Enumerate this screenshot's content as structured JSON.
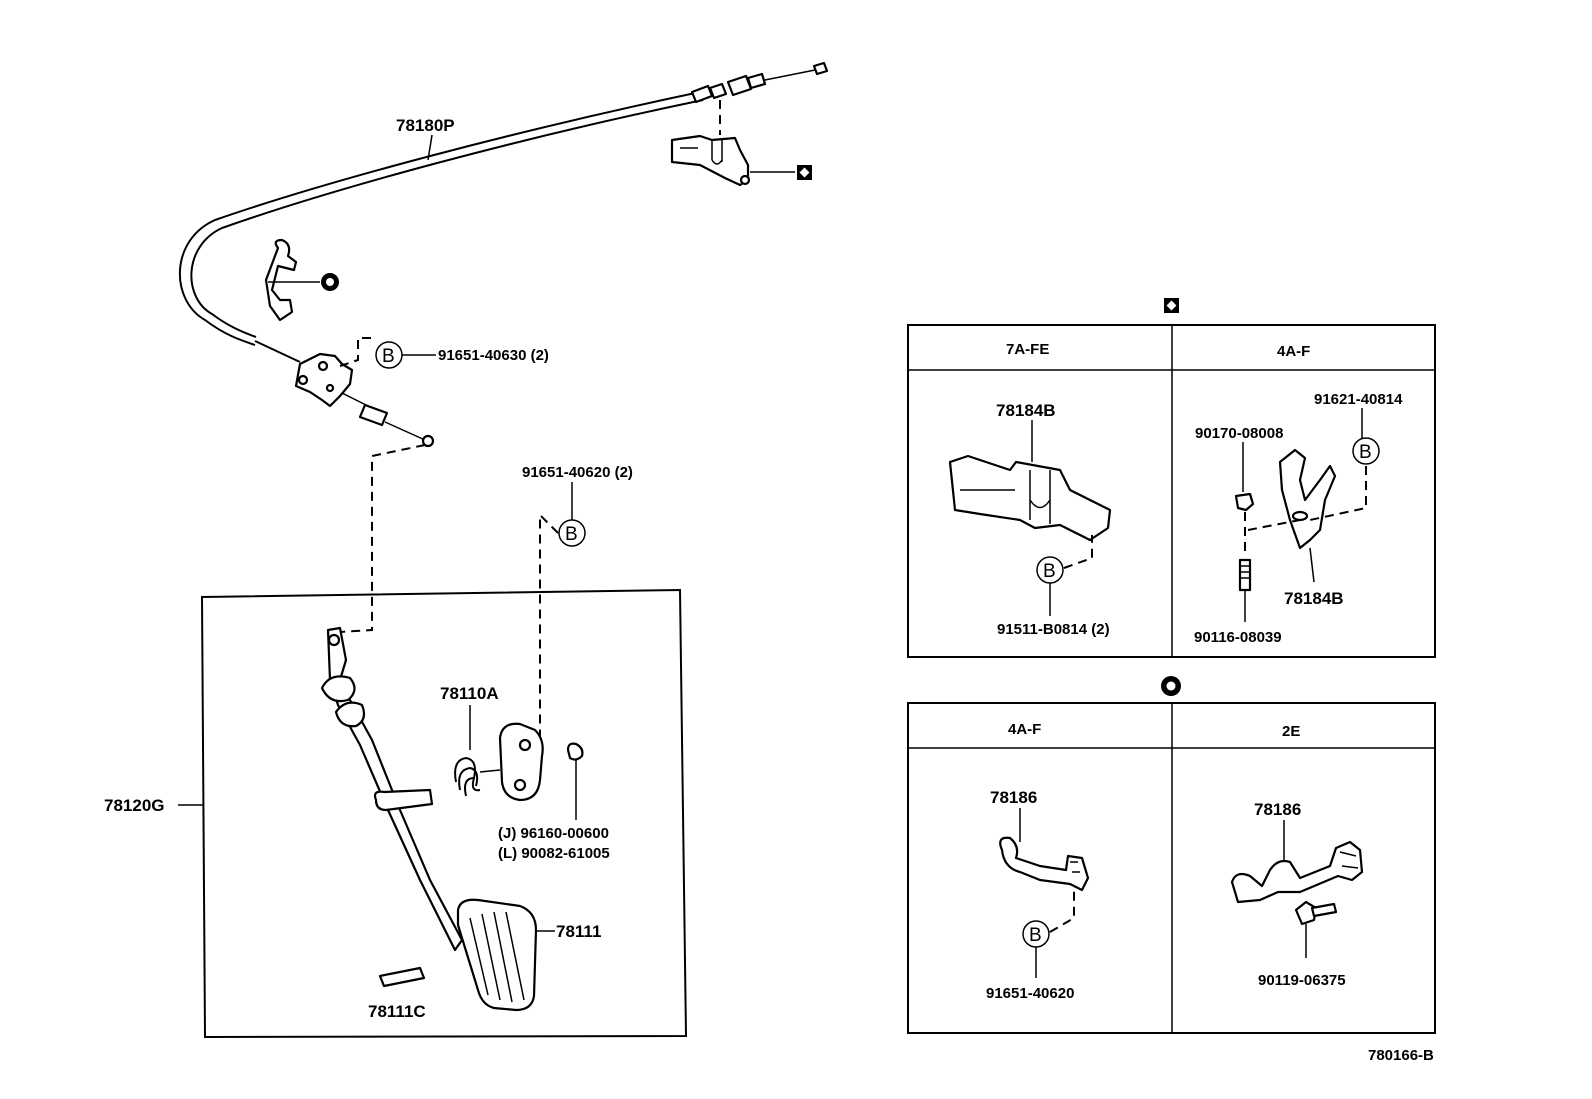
{
  "diagram": {
    "drawing_code": "780166-B",
    "main_parts": {
      "cable": "78180P",
      "pedal_assy": "78120G",
      "spring": "78110A",
      "pad": "78111",
      "pin": "78111C",
      "clip_upper": "91651-40630 (2)",
      "clip_lower": "91651-40620 (2)",
      "washer_j": "(J) 96160-00600",
      "washer_l": "(L) 90082-61005"
    },
    "callout_letter": "B",
    "panel_bracket": {
      "col1_header": "7A-FE",
      "col2_header": "4A-F",
      "col1_part": "78184B",
      "col1_bolt": "91511-B0814 (2)",
      "col2_bolt": "91621-40814",
      "col2_nut": "90170-08008",
      "col2_part": "78184B",
      "col2_stud": "90116-08039"
    },
    "panel_clamp": {
      "col1_header": "4A-F",
      "col2_header": "2E",
      "col1_part": "78186",
      "col1_bolt": "91651-40620",
      "col2_part": "78186",
      "col2_bolt": "90119-06375"
    }
  }
}
